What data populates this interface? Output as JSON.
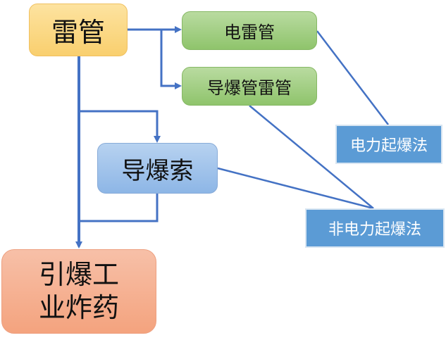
{
  "diagram": {
    "nodes": {
      "detonator": "雷管",
      "electric_detonator": "电雷管",
      "nonel_detonator": "导爆管雷管",
      "detonating_cord": "导爆索",
      "industrial_explosive_line1": "引爆工",
      "industrial_explosive_line2": "业炸药",
      "electric_method": "电力起爆法",
      "non_electric_method": "非电力起爆法"
    },
    "colors": {
      "connector": "#4472c4",
      "detonator_fill": "#f9cf6e",
      "detonator_box_fill": "#8fc46c",
      "cord_fill": "#8db6e6",
      "explosive_fill": "#f4a37e",
      "method_fill": "#5b9bd5"
    },
    "edges": [
      {
        "from": "雷管",
        "to": "电雷管",
        "type": "arrow"
      },
      {
        "from": "雷管",
        "to": "导爆管雷管",
        "type": "arrow"
      },
      {
        "from": "雷管",
        "to": "导爆索",
        "type": "arrow"
      },
      {
        "from": "雷管",
        "to": "引爆工业炸药",
        "type": "arrow"
      },
      {
        "from": "导爆索",
        "to": "引爆工业炸药",
        "type": "line"
      },
      {
        "from": "电雷管",
        "to": "电力起爆法",
        "type": "line"
      },
      {
        "from": "导爆管雷管",
        "to": "非电力起爆法",
        "type": "line"
      },
      {
        "from": "导爆索",
        "to": "非电力起爆法",
        "type": "line"
      }
    ]
  }
}
